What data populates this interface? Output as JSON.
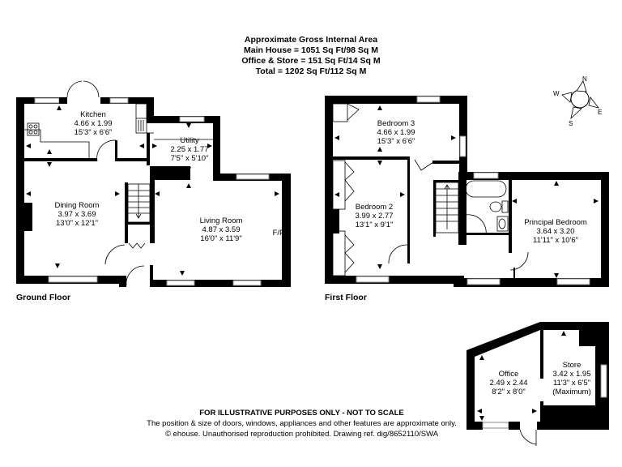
{
  "header": {
    "title": "Approximate Gross Internal Area",
    "main_house": "Main House = 1051 Sq Ft/98 Sq M",
    "office_store": "Office & Store = 151 Sq Ft/14 Sq M",
    "total": "Total = 1202 Sq Ft/112 Sq M"
  },
  "compass": {
    "n": "N",
    "e": "E",
    "s": "S",
    "w": "W",
    "icon": "compass-icon"
  },
  "ground_floor": {
    "label": "Ground Floor",
    "rooms": {
      "kitchen": {
        "name": "Kitchen",
        "metric": "4.66 x 1.99",
        "imperial": "15'3\" x 6'6\""
      },
      "utility": {
        "name": "Utility",
        "metric": "2.25 x 1.77",
        "imperial": "7'5\" x 5'10\""
      },
      "dining": {
        "name": "Dining Room",
        "metric": "3.97 x 3.69",
        "imperial": "13'0\" x 12'1\""
      },
      "living": {
        "name": "Living Room",
        "metric": "4.87 x 3.59",
        "imperial": "16'0\" x 11'9\"",
        "fireplace": "F/P"
      }
    }
  },
  "first_floor": {
    "label": "First Floor",
    "rooms": {
      "bedroom3": {
        "name": "Bedroom 3",
        "metric": "4.66 x 1.99",
        "imperial": "15'3\" x 6'6\""
      },
      "bedroom2": {
        "name": "Bedroom 2",
        "metric": "3.99 x 2.77",
        "imperial": "13'1\" x 9'1\""
      },
      "principal": {
        "name": "Principal Bedroom",
        "metric": "3.64 x 3.20",
        "imperial": "11'11\" x 10'6\""
      }
    }
  },
  "outbuilding": {
    "rooms": {
      "office": {
        "name": "Office",
        "metric": "2.49 x 2.44",
        "imperial": "8'2\" x 8'0\""
      },
      "store": {
        "name": "Store",
        "metric": "3.42 x 1.95",
        "imperial": "11'3\" x 6'5\"",
        "note": "(Maximum)"
      }
    }
  },
  "footer": {
    "disclaimer": "FOR ILLUSTRATIVE PURPOSES ONLY - NOT TO SCALE",
    "note": "The position & size of doors, windows, appliances and other features are approximate only.",
    "copyright": "© ehouse. Unauthorised reproduction prohibited. Drawing ref. dig/8652110/SWA"
  }
}
